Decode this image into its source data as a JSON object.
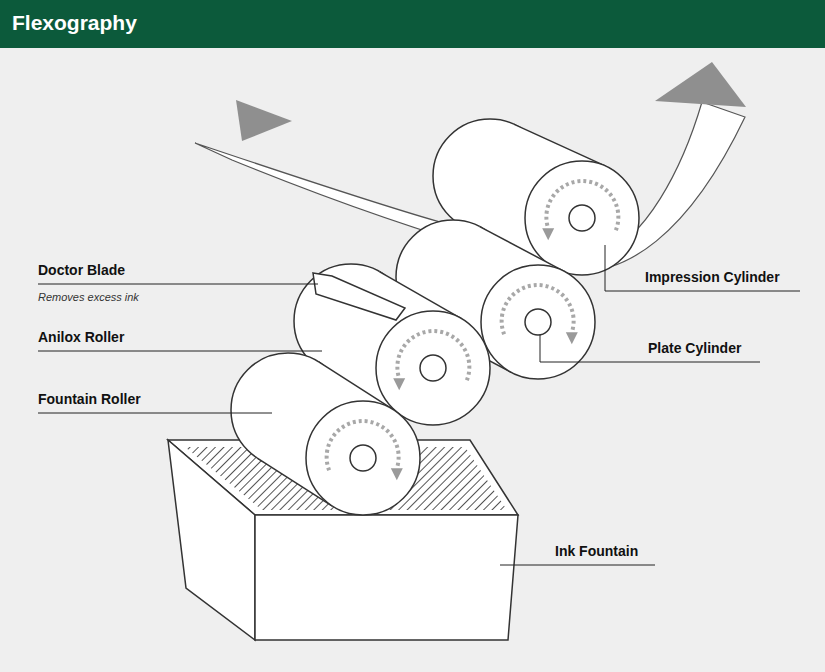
{
  "diagram": {
    "title": "Flexography",
    "labels": [
      "Doctor Blade",
      "Removes excess ink",
      "Anilox Roller",
      "Fountain Roller",
      "Impression Cylinder",
      "Plate Cylinder",
      "Ink Fountain"
    ]
  }
}
